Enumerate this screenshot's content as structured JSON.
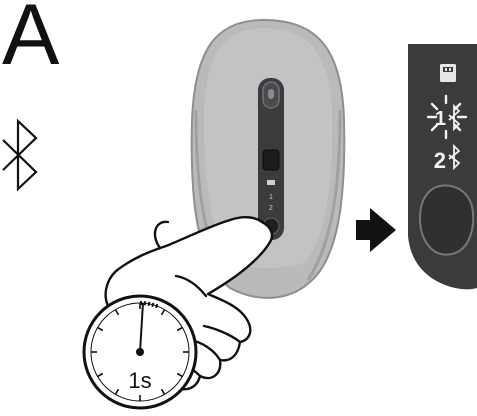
{
  "step": {
    "letter": "A"
  },
  "bluetooth_side": {
    "icon": "bluetooth-icon"
  },
  "mouse": {
    "body_color": "#b9babb",
    "button_color": "#adaeaf",
    "strip_color": "#3b3c3e",
    "mode_labels": [
      "1",
      "2"
    ]
  },
  "arrow": {
    "icon": "arrow-right-icon",
    "color": "#111111"
  },
  "panel": {
    "color": "#3a3b3d",
    "channel_one": "1",
    "channel_two": "2",
    "usb_icon": "usb-receiver-icon",
    "bluetooth_icon": "bluetooth-icon"
  },
  "timer": {
    "label": "1s",
    "icon": "stopwatch-icon"
  },
  "hand": {
    "icon": "pointing-hand-icon"
  }
}
